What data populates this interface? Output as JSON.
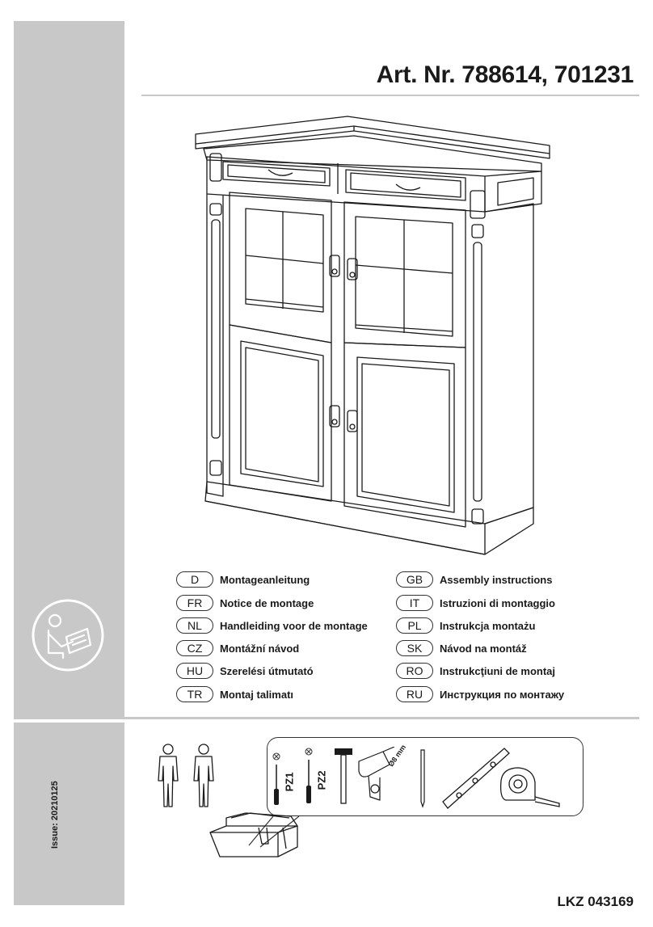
{
  "header": {
    "title": "Art. Nr. 788614, 701231"
  },
  "languages": [
    {
      "code": "D",
      "label": "Montageanleitung"
    },
    {
      "code": "GB",
      "label": "Assembly instructions"
    },
    {
      "code": "FR",
      "label": "Notice de montage"
    },
    {
      "code": "IT",
      "label": "Istruzioni di montaggio"
    },
    {
      "code": "NL",
      "label": "Handleiding voor de montage"
    },
    {
      "code": "PL",
      "label": "Instrukcja montażu"
    },
    {
      "code": "CZ",
      "label": "Montážní návod"
    },
    {
      "code": "SK",
      "label": "Návod na montáž"
    },
    {
      "code": "HU",
      "label": "Szerelési útmutató"
    },
    {
      "code": "RO",
      "label": "Instrukcţiuni de montaj"
    },
    {
      "code": "TR",
      "label": "Montaj talimatı"
    },
    {
      "code": "RU",
      "label": "Инструкция по монтажу"
    }
  ],
  "tools": {
    "screwdriver_1": "PZ1",
    "screwdriver_2": "PZ2",
    "drill_bit": "Ø8 mm"
  },
  "footer": {
    "issue": "Issue: 20210125",
    "document_code": "LKZ 043169"
  },
  "colors": {
    "sidebar": "#c8c8c8",
    "line_art": "#1a1a1a"
  }
}
